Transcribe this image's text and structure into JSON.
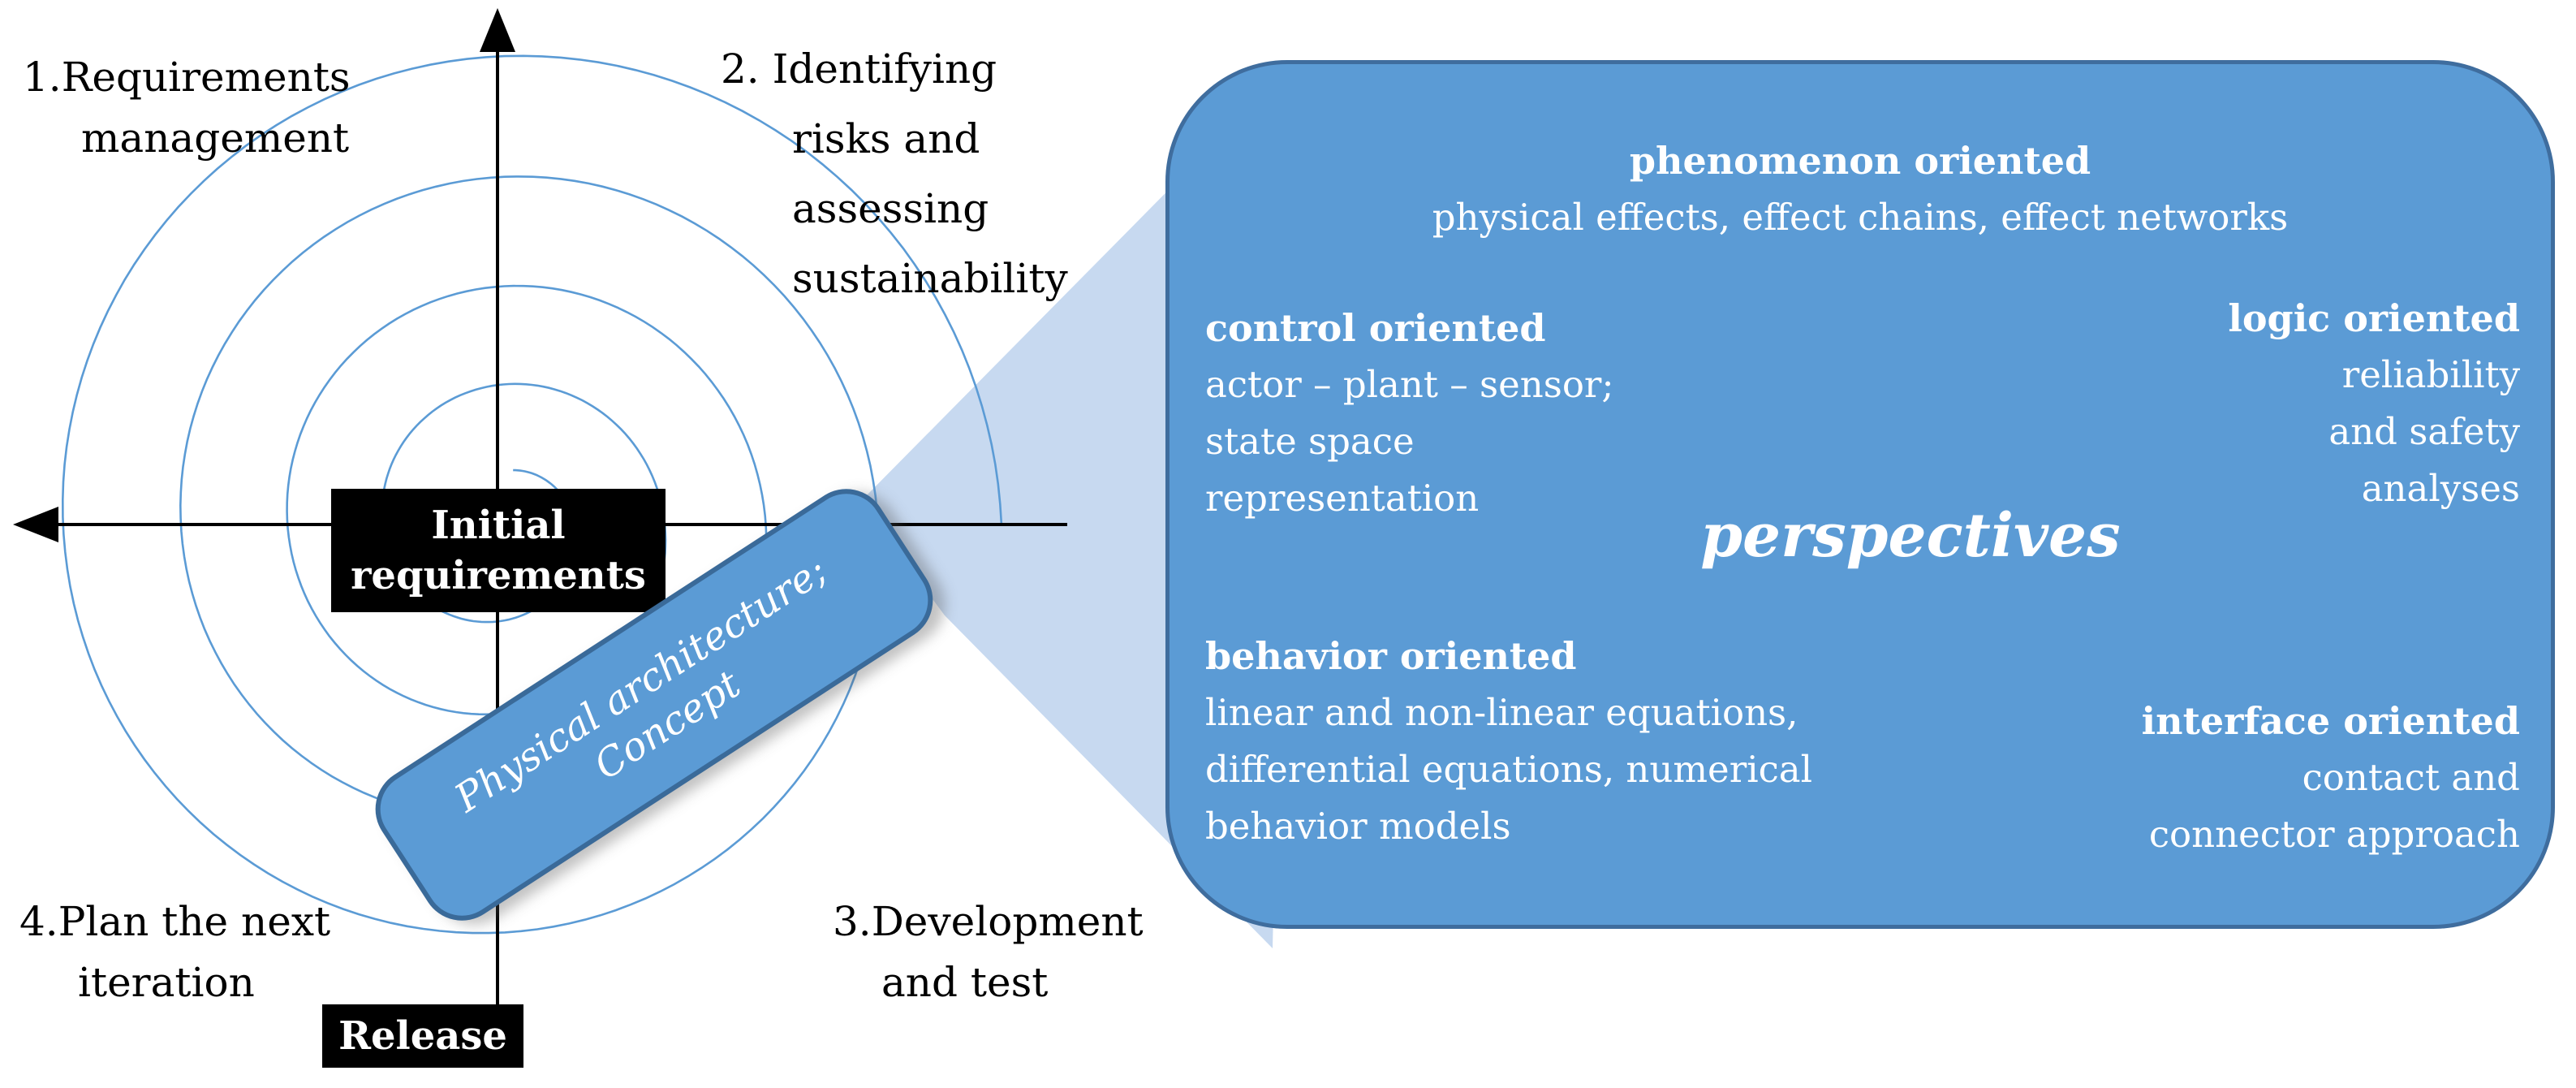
{
  "colors": {
    "background": "#ffffff",
    "panel_fill": "#5b9bd5",
    "panel_border": "#3f6d9e",
    "concept_box_fill": "#5b9bd5",
    "concept_box_border": "#3a6a99",
    "beam_wedge": "#c7d9f0",
    "spiral_stroke": "#5b9bd5",
    "axis_stroke": "#000000",
    "label_box_bg": "#000000",
    "label_box_text": "#ffffff"
  },
  "quadrants": {
    "q1": {
      "lines": [
        "1.Requirements",
        "management"
      ]
    },
    "q2": {
      "lines": [
        "2. Identifying",
        "risks and",
        "assessing",
        "sustainability"
      ]
    },
    "q3": {
      "lines": [
        "3.Development",
        "and test"
      ]
    },
    "q4": {
      "lines": [
        "4.Plan the next",
        "iteration"
      ]
    }
  },
  "center_box": {
    "lines": [
      "Initial",
      "requirements"
    ]
  },
  "release_box": {
    "label": "Release"
  },
  "concept_box": {
    "lines": [
      "Physical architecture;",
      "Concept"
    ]
  },
  "panel": {
    "phenomenon": {
      "heading": "phenomenon oriented",
      "body": "physical effects, effect chains, effect networks"
    },
    "control": {
      "heading": "control oriented",
      "lines": [
        "actor – plant – sensor;",
        "state space",
        "representation"
      ]
    },
    "logic": {
      "heading": "logic oriented",
      "lines": [
        "reliability",
        "and safety",
        "analyses"
      ]
    },
    "center_label": "perspectives",
    "behavior": {
      "heading": "behavior oriented",
      "lines": [
        "linear and non-linear equations,",
        "differential equations, numerical",
        "behavior models"
      ]
    },
    "interface": {
      "heading": "interface oriented",
      "lines": [
        "contact and",
        "connector approach"
      ]
    }
  },
  "icons": {
    "up_arrow": "axis arrowhead pointing up",
    "left_arrow": "axis arrowhead pointing left"
  }
}
